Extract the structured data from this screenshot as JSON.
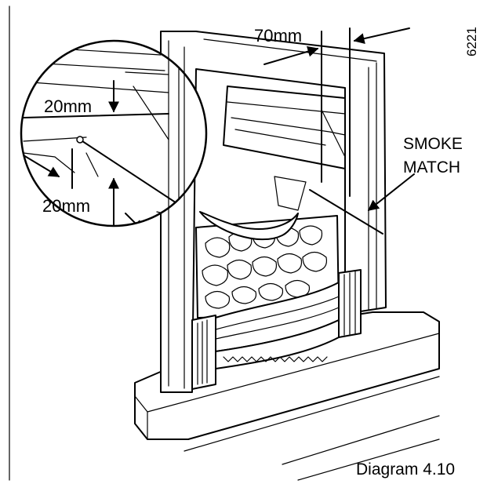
{
  "figure_id": "6221",
  "caption": "Diagram 4.10",
  "labels": {
    "dim_70": "70mm",
    "dim_20_top": "20mm",
    "dim_20_bottom": "20mm",
    "smoke_line1": "SMOKE",
    "smoke_line2": "MATCH"
  }
}
